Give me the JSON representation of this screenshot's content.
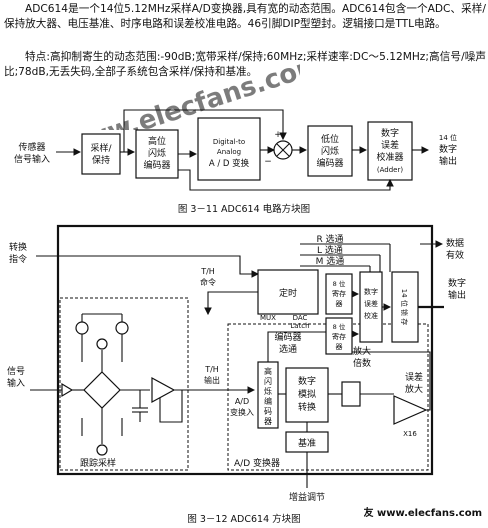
{
  "text": {
    "para1": "ADC614是一个14位5.12MHz采样A/D变换器,具有宽的动态范围。ADC614包含一个ADC、采样/保持放大器、电压基准、时序电路和误差校准电路。46引脚DIP型塑封。逻辑接口是TTL电路。",
    "para2": "特点:高抑制寄生的动态范围:-90dB;宽带采样/保持;60MHz;采样速率:DC～5.12MHz;高信号/噪声比;78dB,无丢失码,全部子系统包含采样/保持和基准。"
  },
  "figure1": {
    "caption": "图 3－11    ADC614 电路方块图",
    "input": [
      "传感器",
      "信号输入"
    ],
    "sh": [
      "采样/",
      "保持"
    ],
    "flash": [
      "高位",
      "闪烁",
      "编码器"
    ],
    "da": [
      "Digital-to",
      "Analog",
      "A / D 变换"
    ],
    "flash2": [
      "低位",
      "闪烁",
      "编码器"
    ],
    "err": [
      "数字",
      "误差",
      "校准器",
      "(Adder)"
    ],
    "out": [
      "14 位",
      "数字",
      "输出"
    ],
    "plus": "+",
    "minus": "−"
  },
  "figure2": {
    "caption": "图 3－12    ADC614 方块图",
    "convert_cmd": [
      "转换",
      "指令"
    ],
    "r_sel": "R 选通",
    "l_sel": "L 选通",
    "m_sel": "M 选通",
    "data_valid": [
      "数据",
      "有效"
    ],
    "th_cmd": [
      "T/H",
      "命令"
    ],
    "timing": "定时",
    "enc1": [
      "8 位",
      "寄存",
      "器"
    ],
    "enc2": [
      "8 位",
      "寄存",
      "器"
    ],
    "dig_err": [
      "数字",
      "误差",
      "校准"
    ],
    "latch": "14 位 锁 存",
    "digital_out": [
      "数字",
      "输出"
    ],
    "mux": "MUX",
    "dac_latch": [
      "DAC",
      "Latch"
    ],
    "enc_sel": [
      "编码器",
      "选通"
    ],
    "sig_in": [
      "信号",
      "输入"
    ],
    "th_out": [
      "T/H",
      "输出"
    ],
    "ad_in": [
      "A/D",
      "变换入"
    ],
    "flash_enc": [
      "高",
      "闪",
      "烁",
      "编",
      "码",
      "器"
    ],
    "dig_conv": [
      "数字",
      "模拟",
      "转换"
    ],
    "amp_gain": [
      "放大",
      "倍数"
    ],
    "err_amp": [
      "误差",
      "放大"
    ],
    "x16": "X16",
    "ref": "基准",
    "sh_label": "跟踪采样",
    "ad_label": "A/D 变换器",
    "gain_adj": "增益调节"
  },
  "watermark": "www.elecfans.com",
  "logo": "电子发烧友 www.elecfans.com"
}
